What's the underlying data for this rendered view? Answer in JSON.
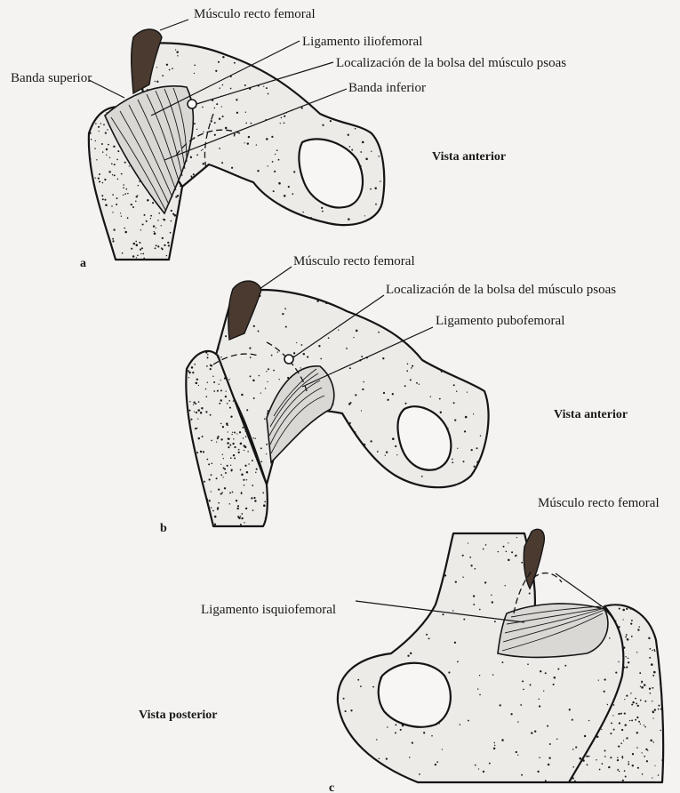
{
  "figure_a": {
    "letter": "a",
    "view": "Vista anterior",
    "labels": {
      "rectus": "Músculo recto femoral",
      "iliofemoral": "Ligamento iliofemoral",
      "bursa": "Localización de la bolsa del músculo psoas",
      "upper_band": "Banda superior",
      "lower_band": "Banda inferior"
    }
  },
  "figure_b": {
    "letter": "b",
    "view": "Vista anterior",
    "labels": {
      "rectus": "Músculo recto femoral",
      "bursa": "Localización de la bolsa del músculo psoas",
      "pubofemoral": "Ligamento pubofemoral"
    }
  },
  "figure_c": {
    "letter": "c",
    "view": "Vista posterior",
    "labels": {
      "rectus": "Músculo recto femoral",
      "ischiofemoral": "Ligamento isquiofemoral"
    }
  },
  "colors": {
    "paper": "#f4f3f1",
    "ink": "#151515",
    "muscle": "#4a3a30"
  }
}
